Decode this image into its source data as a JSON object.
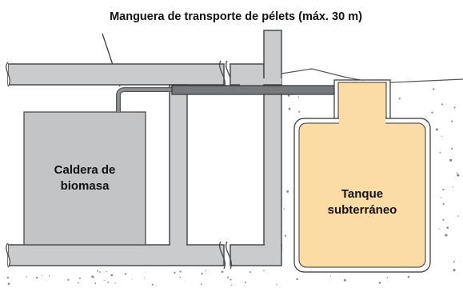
{
  "diagram": {
    "title": "Manguera de transporte de pélets (máx. 30 m)",
    "boiler": {
      "line1": "Caldera de",
      "line2": "biomasa"
    },
    "tank": {
      "line1": "Tanque",
      "line2": "subterráneo"
    },
    "colors": {
      "pipe_fill": "#c9cbcc",
      "pipe_stroke": "#4a4a4a",
      "boiler_fill": "#c2c4c6",
      "tank_fill": "#fcdca5",
      "hose": "#777a7c",
      "soil_dots": "#8a8a8a"
    }
  }
}
